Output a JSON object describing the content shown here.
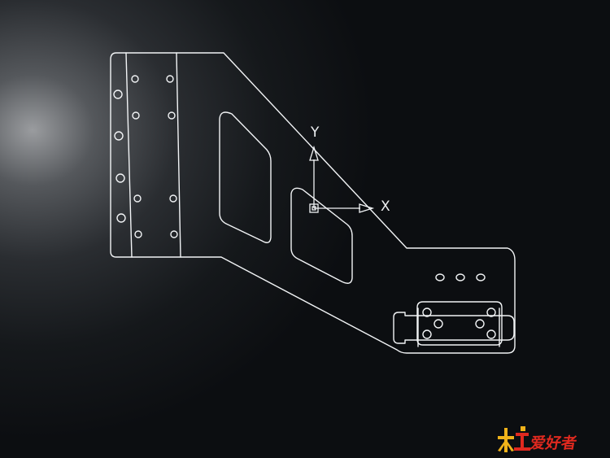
{
  "viewport": {
    "background": "#0d0f12",
    "line_color": "#f2f4f6"
  },
  "ucs": {
    "x_label": "X",
    "y_label": "Y"
  },
  "watermark": {
    "text": "木工爱好者",
    "accent_color": "#f0b21a",
    "text_color": "#e0291f"
  }
}
